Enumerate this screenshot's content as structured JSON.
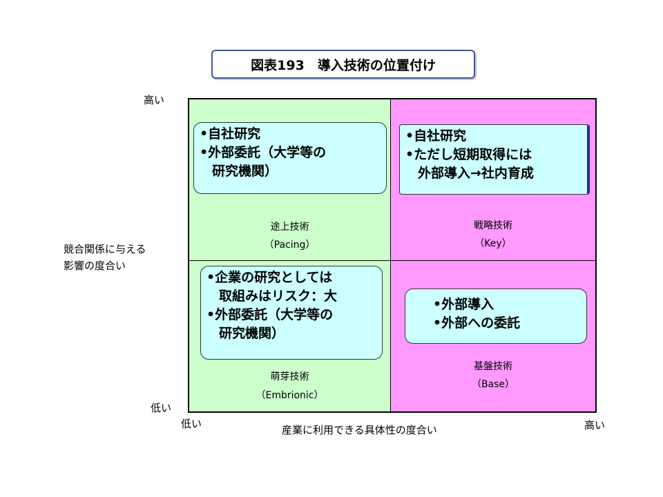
{
  "title": "図表193　導入技術の位置付け",
  "y_axis": {
    "label_line1": "競合関係に与える",
    "label_line2": "影響の度合い",
    "high": "高い",
    "low": "低い"
  },
  "x_axis": {
    "label": "産業に利用できる具体性の度合い",
    "low": "低い",
    "high": "高い"
  },
  "quadrants": {
    "top_left": {
      "name": "途上技術",
      "sub": "（Pacing）",
      "note": [
        "•自社研究",
        "•外部委託（大学等の",
        "研究機関）"
      ]
    },
    "top_right": {
      "name": "戦略技術",
      "sub": "（Key）",
      "note": [
        "•自社研究",
        "•ただし短期取得には",
        "外部導入→社内育成"
      ]
    },
    "bottom_left": {
      "name": "萌芽技術",
      "sub": "（Embrionic）",
      "note": [
        "•企業の研究としては",
        "取組みはリスク：大",
        "•外部委託（大学等の",
        "研究機関）"
      ]
    },
    "bottom_right": {
      "name": "基盤技術",
      "sub": "（Base）",
      "note": [
        "•外部導入",
        "•外部への委託"
      ]
    }
  },
  "colors": {
    "green_quadrant": "#ccffcc",
    "pink_quadrant": "#ff99ff",
    "note_fill": "#ccffff"
  }
}
